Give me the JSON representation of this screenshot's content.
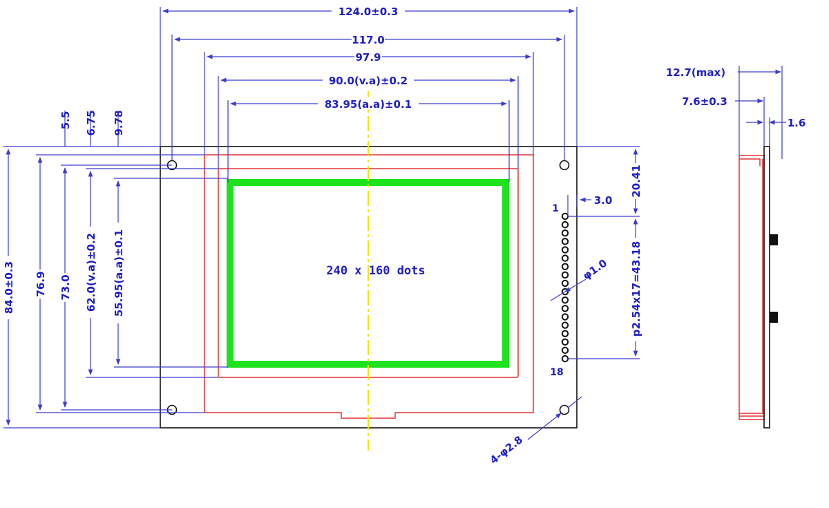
{
  "dimensions": {
    "overall_width": "124.0±0.3",
    "hole_pitch_width": "117.0",
    "bezel_width": "97.9",
    "viewing_area_width": "90.0(v.a)±0.2",
    "active_area_width": "83.95(a.a)±0.1",
    "overall_height": "84.0±0.3",
    "bezel_height": "76.9",
    "hole_pitch_height": "73.0",
    "viewing_area_height": "62.0(v.a)±0.2",
    "active_area_height": "55.95(a.a)±0.1",
    "top_offset_1": "5.5",
    "top_offset_2": "6.75",
    "top_offset_3": "9.78",
    "pin_top_offset": "20.41",
    "pin_edge_offset": "3.0",
    "pin_pitch": "p2.54x17=43.18",
    "pin_hole_diameter": "φ1.0",
    "mount_hole_diameter": "4-φ2.8",
    "max_thickness": "12.7(max)",
    "module_thickness": "7.6±0.3",
    "pcb_thickness": "1.6"
  },
  "display_label": "240  x  160  dots",
  "pins": {
    "first": "1",
    "last": "18",
    "count": 18
  },
  "colors": {
    "dimension": "#1c1cc8",
    "outline": "#111111",
    "bezel": "#e53030",
    "active_area": "#1de21d",
    "centerline": "#f2e600"
  }
}
